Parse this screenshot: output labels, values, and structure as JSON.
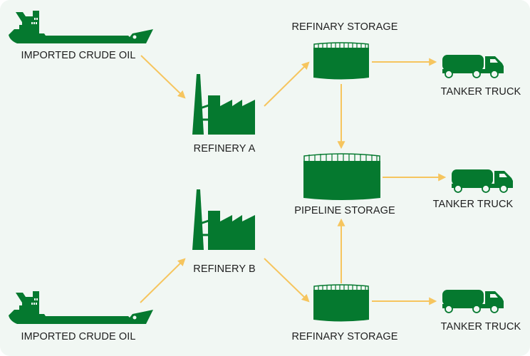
{
  "diagram": {
    "title": "",
    "colors": {
      "background": "#f1f7f3",
      "icon": "#05792f",
      "arrow": "#f6c55e",
      "text": "#1e1e1e"
    },
    "nodes": [
      {
        "id": "ship_top",
        "type": "ship-icon",
        "label": "IMPORTED CRUDE OIL"
      },
      {
        "id": "ship_bottom",
        "type": "ship-icon",
        "label": "IMPORTED CRUDE OIL"
      },
      {
        "id": "refinery_a",
        "type": "factory-icon",
        "label": "REFINERY A"
      },
      {
        "id": "refinery_b",
        "type": "factory-icon",
        "label": "REFINERY B"
      },
      {
        "id": "storage_top",
        "type": "storage-tank-icon",
        "label": "REFINARY STORAGE"
      },
      {
        "id": "storage_pipeline",
        "type": "storage-tank-icon",
        "label": "PIPELINE STORAGE"
      },
      {
        "id": "storage_bottom",
        "type": "storage-tank-icon",
        "label": "REFINARY STORAGE"
      },
      {
        "id": "truck_top",
        "type": "tanker-truck-icon",
        "label": "TANKER TRUCK"
      },
      {
        "id": "truck_middle",
        "type": "tanker-truck-icon",
        "label": "TANKER TRUCK"
      },
      {
        "id": "truck_bottom",
        "type": "tanker-truck-icon",
        "label": "TANKER TRUCK"
      }
    ],
    "edges": [
      {
        "from": "ship_top",
        "to": "refinery_a"
      },
      {
        "from": "refinery_a",
        "to": "storage_top"
      },
      {
        "from": "storage_top",
        "to": "truck_top"
      },
      {
        "from": "storage_top",
        "to": "storage_pipeline"
      },
      {
        "from": "storage_pipeline",
        "to": "truck_middle"
      },
      {
        "from": "ship_bottom",
        "to": "refinery_b"
      },
      {
        "from": "refinery_b",
        "to": "storage_bottom"
      },
      {
        "from": "storage_bottom",
        "to": "storage_pipeline"
      },
      {
        "from": "storage_bottom",
        "to": "truck_bottom"
      }
    ]
  }
}
